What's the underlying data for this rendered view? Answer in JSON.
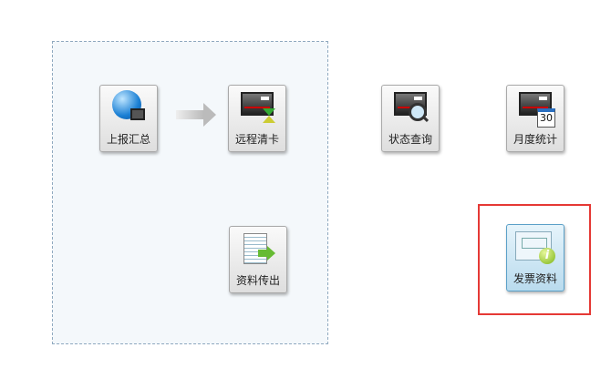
{
  "buttons": {
    "report_summary": "上报汇总",
    "remote_clear_card": "远程清卡",
    "status_query": "状态查询",
    "monthly_stats": "月度统计",
    "data_export": "资料传出",
    "invoice_data": "发票资料"
  },
  "icons": {
    "calendar_day": "30",
    "info": "i"
  },
  "colors": {
    "highlight": "#e53935",
    "selected_bg": "#b9dbee"
  }
}
